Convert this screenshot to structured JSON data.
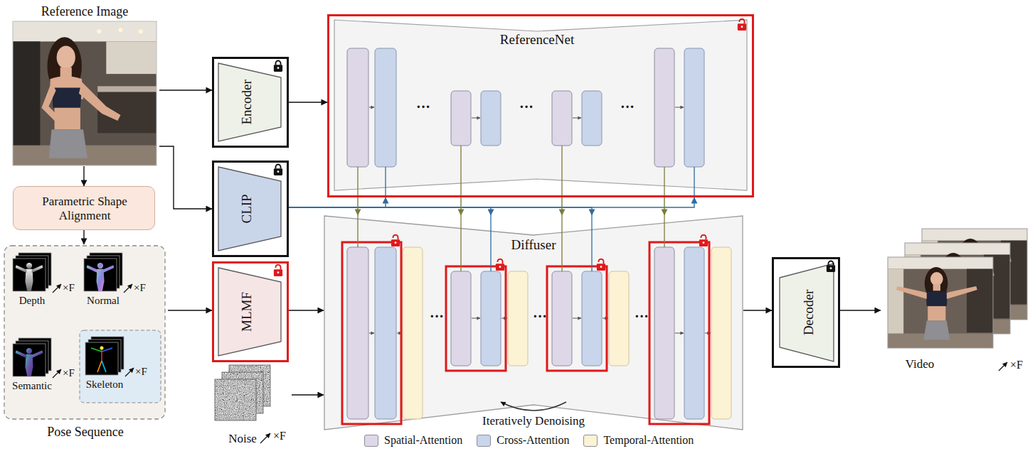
{
  "diagram": {
    "nodes": [
      {
        "text": [
          "Reference Image"
        ]
      },
      {
        "text": [
          "Parametric Shape Alignment"
        ]
      },
      {
        "text": [
          "Pose Sequence"
        ]
      },
      {
        "text": [
          "Depth",
          "×F"
        ],
        "in": 2
      },
      {
        "text": [
          "Normal",
          "×F"
        ],
        "in": 2
      },
      {
        "text": [
          "Semantic",
          "×F"
        ],
        "in": 2
      },
      {
        "text": [
          "Skeleton",
          "×F"
        ],
        "in": 2
      },
      {
        "text": [
          "Encoder"
        ]
      },
      {
        "text": [
          "CLIP"
        ]
      },
      {
        "text": [
          "MLMF"
        ]
      },
      {
        "text": [
          "Noise",
          "×F"
        ]
      },
      {
        "text": [
          "ReferenceNet"
        ]
      },
      {
        "text": [
          "Diffuser"
        ]
      },
      {
        "text": [
          "Decoder"
        ]
      },
      {
        "text": [
          "Video",
          "×F"
        ]
      }
    ],
    "edges": [
      {
        "from": 0,
        "to": 7,
        "arrow": "to"
      },
      {
        "from": 0,
        "to": 8,
        "arrow": "to"
      },
      {
        "from": 0,
        "to": 1,
        "arrow": "to"
      },
      {
        "from": 1,
        "to": 2,
        "arrow": "to"
      },
      {
        "from": 2,
        "to": 9,
        "arrow": "to"
      },
      {
        "from": 7,
        "to": 11,
        "arrow": "to"
      },
      {
        "from": 8,
        "to": 11,
        "arrow": "to"
      },
      {
        "from": 8,
        "to": 11,
        "arrow": "to"
      },
      {
        "from": 8,
        "to": 12,
        "arrow": "to"
      },
      {
        "from": 8,
        "to": 12,
        "arrow": "to"
      },
      {
        "from": 11,
        "to": 12,
        "arrow": "to"
      },
      {
        "from": 11,
        "to": 12,
        "arrow": "to"
      },
      {
        "from": 11,
        "to": 12,
        "arrow": "to"
      },
      {
        "from": 11,
        "to": 12,
        "arrow": "to"
      },
      {
        "from": 9,
        "to": 12,
        "arrow": "to"
      },
      {
        "from": 10,
        "to": 12,
        "arrow": "to"
      },
      {
        "from": 12,
        "to": 13,
        "arrow": "to"
      },
      {
        "from": 13,
        "to": 14,
        "arrow": "to"
      }
    ],
    "labels": [
      "···",
      "···",
      "···",
      "···",
      "···",
      "···",
      "Iteratively Denoising"
    ],
    "legend": [
      {
        "text": "Spatial-Attention",
        "color": "#ddd7e8"
      },
      {
        "text": "Cross-Attention",
        "color": "#c8d5ea"
      },
      {
        "text": "Temporal-Attention",
        "color": "#fcf2d4"
      }
    ]
  }
}
